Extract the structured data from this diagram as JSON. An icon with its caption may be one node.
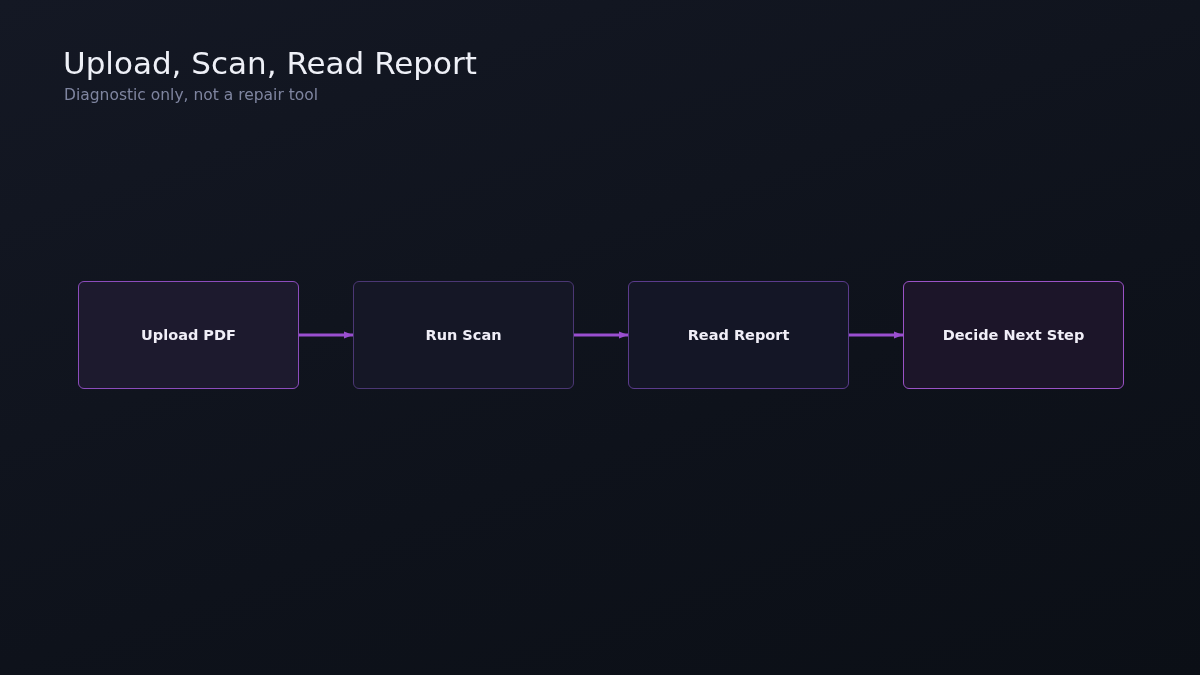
{
  "diagram": {
    "title": "Upload, Scan, Read Report",
    "nodes": [
      {
        "text": [
          "Upload PDF"
        ]
      },
      {
        "text": [
          "Run Scan"
        ]
      },
      {
        "text": [
          "Read Report"
        ]
      },
      {
        "text": [
          "Decide Next Step"
        ]
      }
    ],
    "edges": [
      {
        "from": 0,
        "to": 1,
        "arrow": "to"
      },
      {
        "from": 1,
        "to": 2,
        "arrow": "to"
      },
      {
        "from": 2,
        "to": 3,
        "arrow": "to"
      }
    ],
    "labels": [
      "Diagnostic only, not a repair tool"
    ]
  }
}
